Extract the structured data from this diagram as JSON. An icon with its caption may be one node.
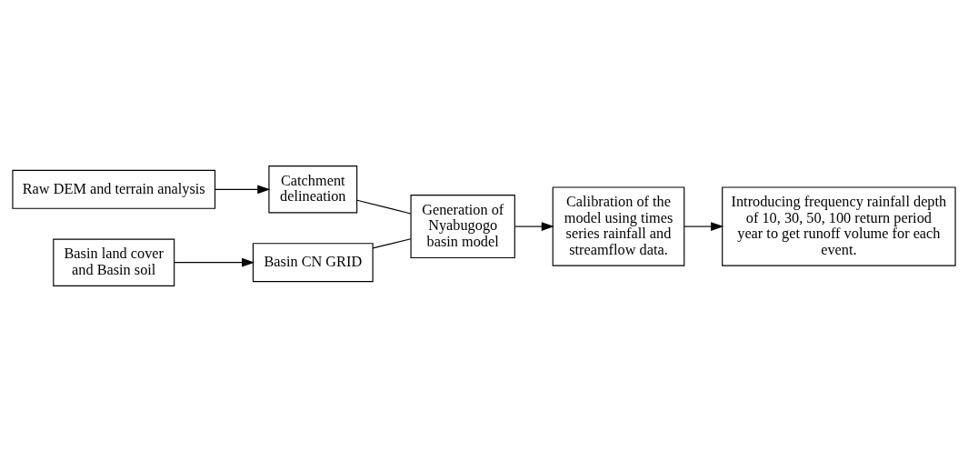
{
  "diagram": {
    "nodes": [
      {
        "text": [
          "Raw DEM and terrain analysis"
        ]
      },
      {
        "text": [
          "Catchment delineation"
        ]
      },
      {
        "text": [
          "Basin land cover and Basin soil"
        ]
      },
      {
        "text": [
          "Basin CN GRID"
        ]
      },
      {
        "text": [
          "Generation of Nyabugogo basin model"
        ]
      },
      {
        "text": [
          "Calibration of the model using times series rainfall and streamflow data."
        ]
      },
      {
        "text": [
          "Introducing frequency rainfall depth of 10, 30, 50, 100 return period year to get runoff volume for each event."
        ]
      }
    ],
    "edges": [
      {
        "from": 0,
        "to": 1,
        "arrow": "to"
      },
      {
        "from": 2,
        "to": 3,
        "arrow": "to"
      },
      {
        "from": 1,
        "to": 4,
        "arrow": "none"
      },
      {
        "from": 3,
        "to": 4,
        "arrow": "none"
      },
      {
        "from": 4,
        "to": 5,
        "arrow": "to"
      },
      {
        "from": 5,
        "to": 6,
        "arrow": "to"
      }
    ]
  }
}
